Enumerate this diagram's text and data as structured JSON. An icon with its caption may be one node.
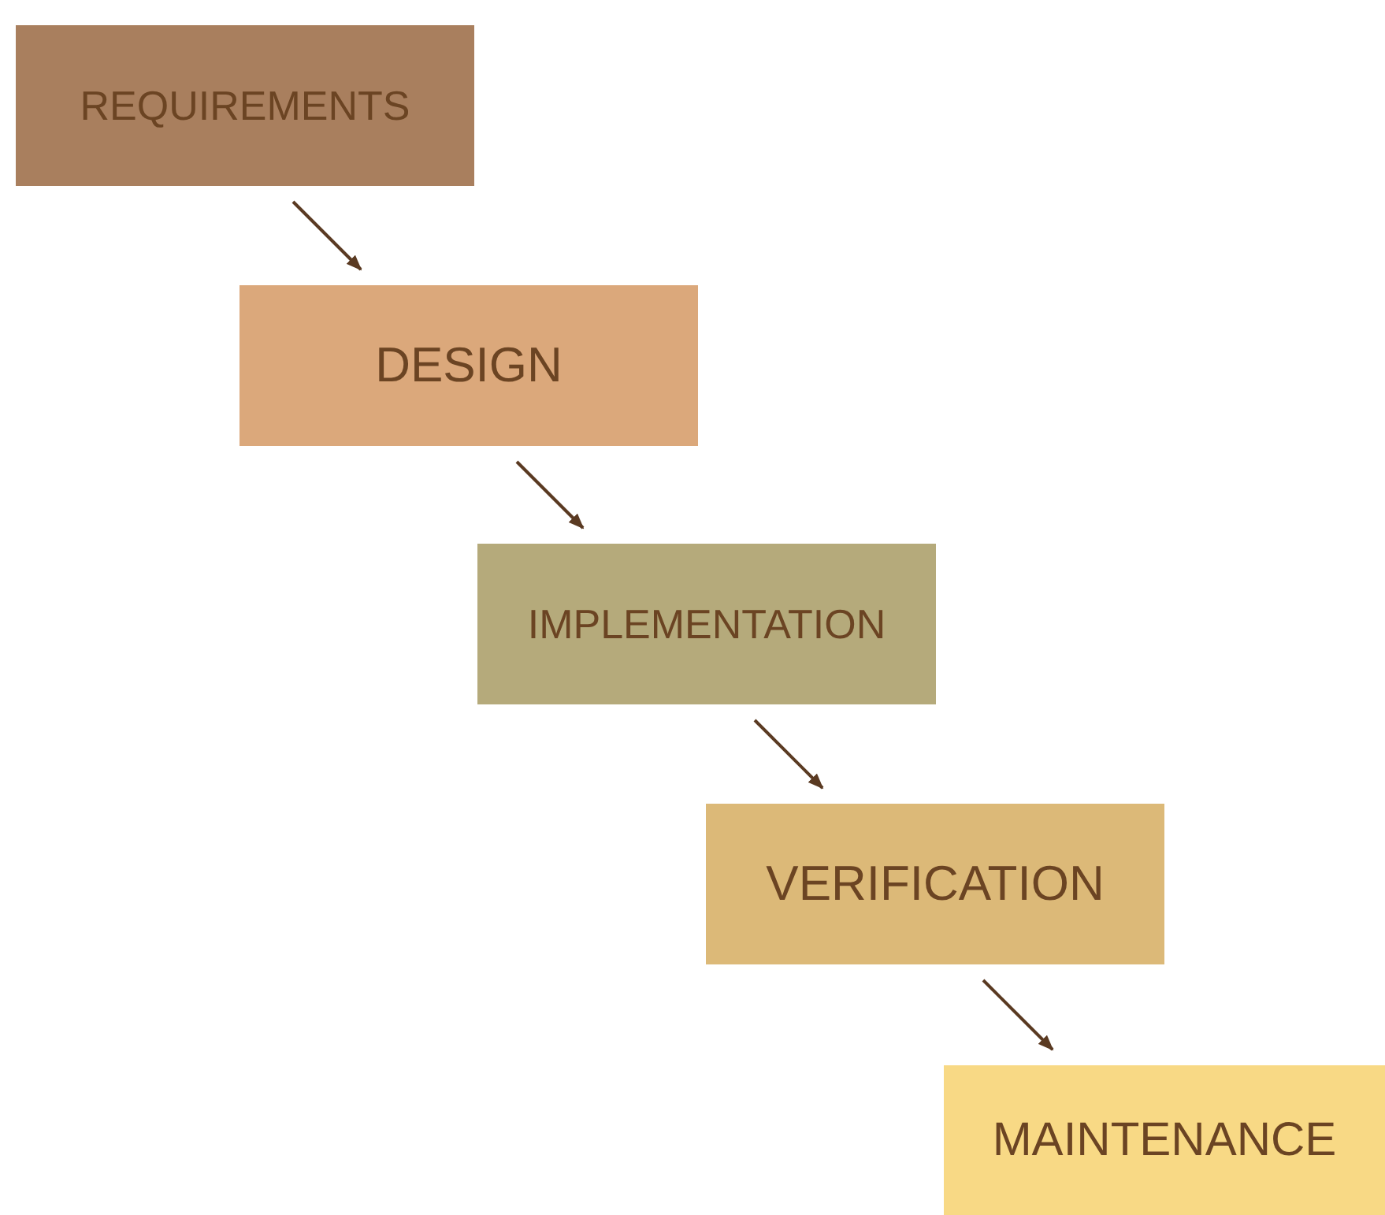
{
  "diagram": {
    "nodes": [
      {
        "text": [
          "REQUIREMENTS"
        ]
      },
      {
        "text": [
          "DESIGN"
        ]
      },
      {
        "text": [
          "IMPLEMENTATION"
        ]
      },
      {
        "text": [
          "VERIFICATION"
        ]
      },
      {
        "text": [
          "MAINTENANCE"
        ]
      }
    ],
    "edges": [
      {
        "from": 0,
        "to": 1,
        "arrow": "to"
      },
      {
        "from": 1,
        "to": 2,
        "arrow": "to"
      },
      {
        "from": 2,
        "to": 3,
        "arrow": "to"
      },
      {
        "from": 3,
        "to": 4,
        "arrow": "to"
      }
    ]
  }
}
